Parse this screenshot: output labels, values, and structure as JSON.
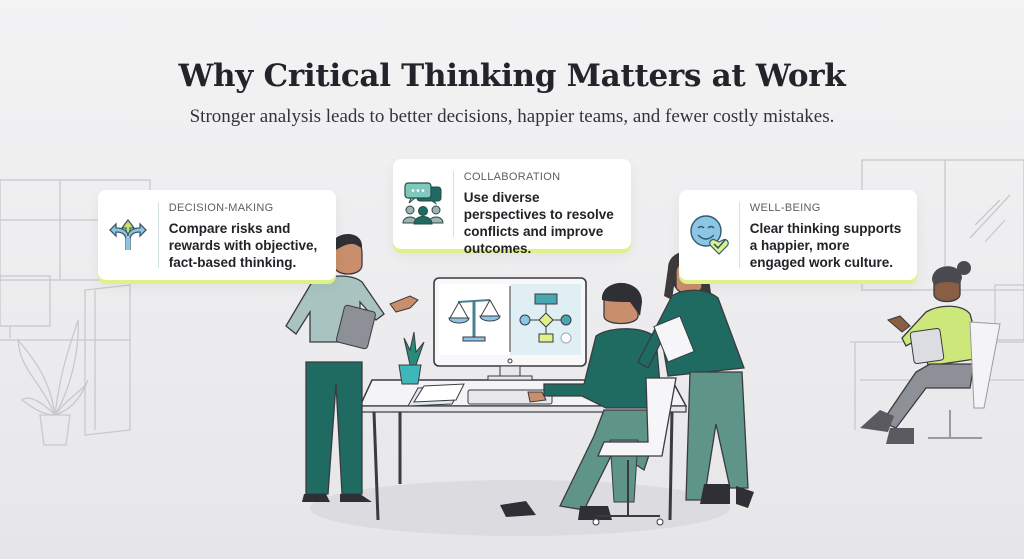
{
  "header": {
    "title": "Why Critical Thinking Matters at Work",
    "subtitle": "Stronger analysis leads to better decisions, happier teams, and fewer costly mistakes."
  },
  "cards": [
    {
      "id": "decision-making",
      "icon": "split-arrows-icon",
      "label": "DECISION-MAKING",
      "description": "Compare risks and rewards with objective, fact-based thinking."
    },
    {
      "id": "collaboration",
      "icon": "team-chat-icon",
      "label": "COLLABORATION",
      "description": "Use diverse perspectives to resolve conflicts and improve outcomes."
    },
    {
      "id": "well-being",
      "icon": "smiley-heart-icon",
      "label": "WELL-BEING",
      "description": "Clear thinking supports a happier, more engaged work culture."
    }
  ],
  "colors": {
    "teal_dark": "#1f6b62",
    "teal_mid": "#5f9488",
    "sage": "#a9c4c0",
    "lime": "#dff28a",
    "blue_light": "#8cc6e4",
    "background": "#efeff1"
  }
}
